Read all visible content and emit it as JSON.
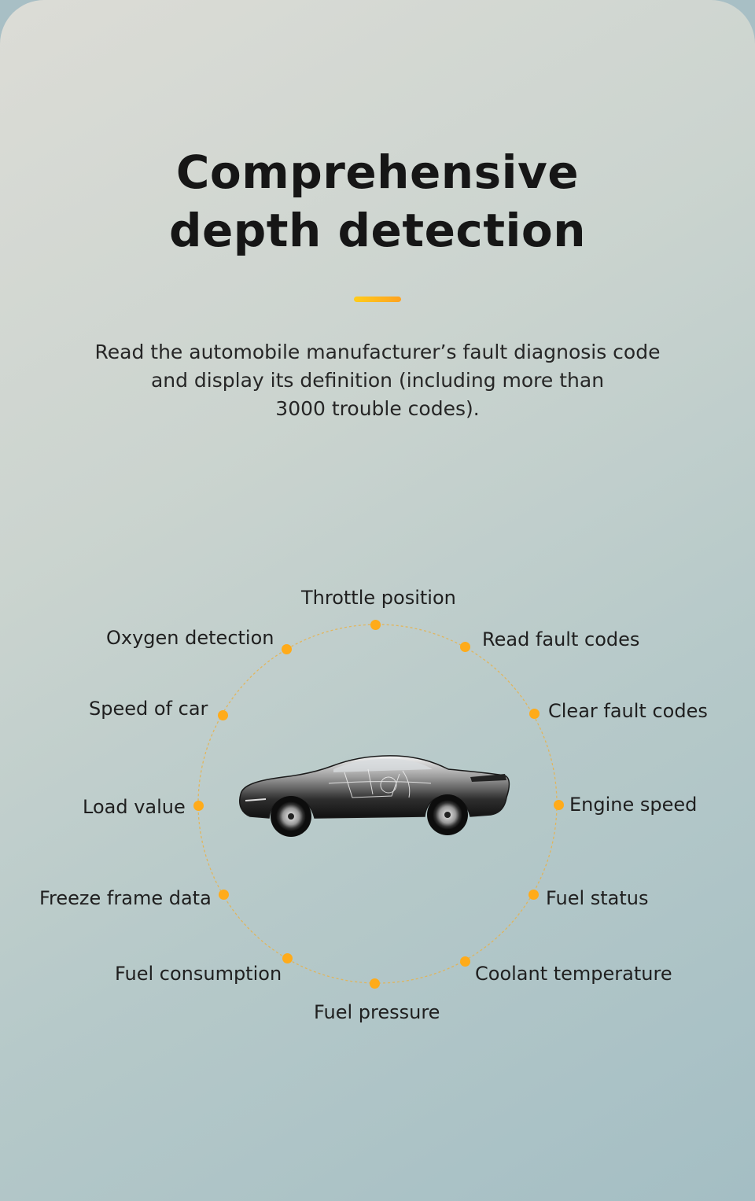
{
  "header": {
    "title_line1": "Comprehensive",
    "title_line2": "depth detection"
  },
  "description": {
    "line1": "Read the automobile manufacturer’s fault diagnosis code",
    "line2": "and display its definition (including more than",
    "line3": "3000 trouble codes)."
  },
  "features": [
    "Throttle position",
    "Read fault codes",
    "Clear fault codes",
    "Engine speed",
    "Fuel status",
    "Coolant temperature",
    "Fuel pressure",
    "Fuel consumption",
    "Freeze frame data",
    "Load value",
    "Speed of car",
    "Oxygen detection"
  ],
  "colors": {
    "accent": "#ffab1a",
    "title": "#161616",
    "text": "#262626"
  },
  "icons": {
    "car": "car-xray-icon"
  }
}
